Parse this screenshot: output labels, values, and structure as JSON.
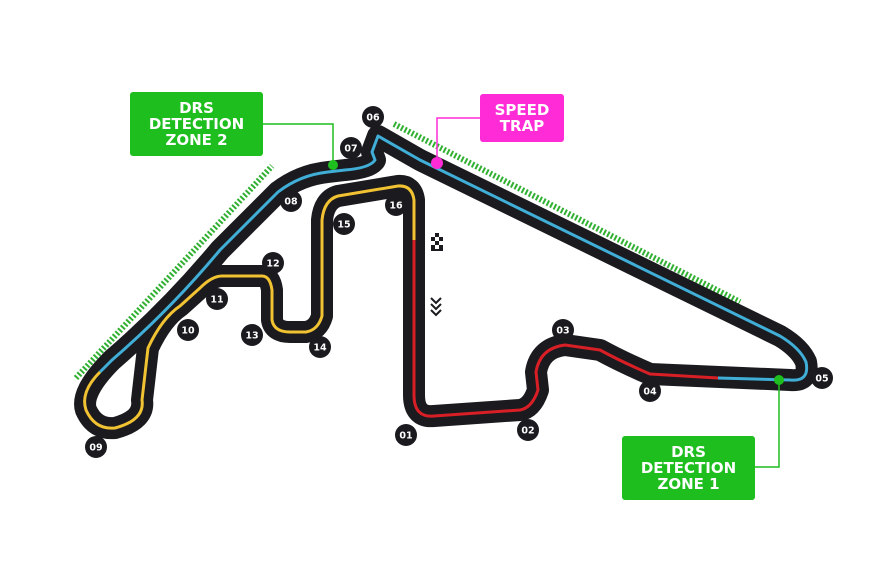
{
  "colors": {
    "track": "#1a1a1f",
    "sector1": "#d81f26",
    "sector2": "#40aed6",
    "sector3": "#f1c232",
    "drs_zone": "#30b030",
    "drs_box": "#1fbe1f",
    "speed_trap": "#ff2bd6",
    "turn_badge": "#1a1a1f"
  },
  "callouts": {
    "drs_zone_2": [
      "DRS",
      "DETECTION",
      "ZONE 2"
    ],
    "drs_zone_1": [
      "DRS",
      "DETECTION",
      "ZONE 1"
    ],
    "speed_trap": [
      "SPEED",
      "TRAP"
    ]
  },
  "turns": [
    "01",
    "02",
    "03",
    "04",
    "05",
    "06",
    "07",
    "08",
    "09",
    "10",
    "11",
    "12",
    "13",
    "14",
    "15",
    "16"
  ],
  "icons": {
    "start_finish": "chequered-flag-icon",
    "direction": "direction-chevrons-icon"
  }
}
